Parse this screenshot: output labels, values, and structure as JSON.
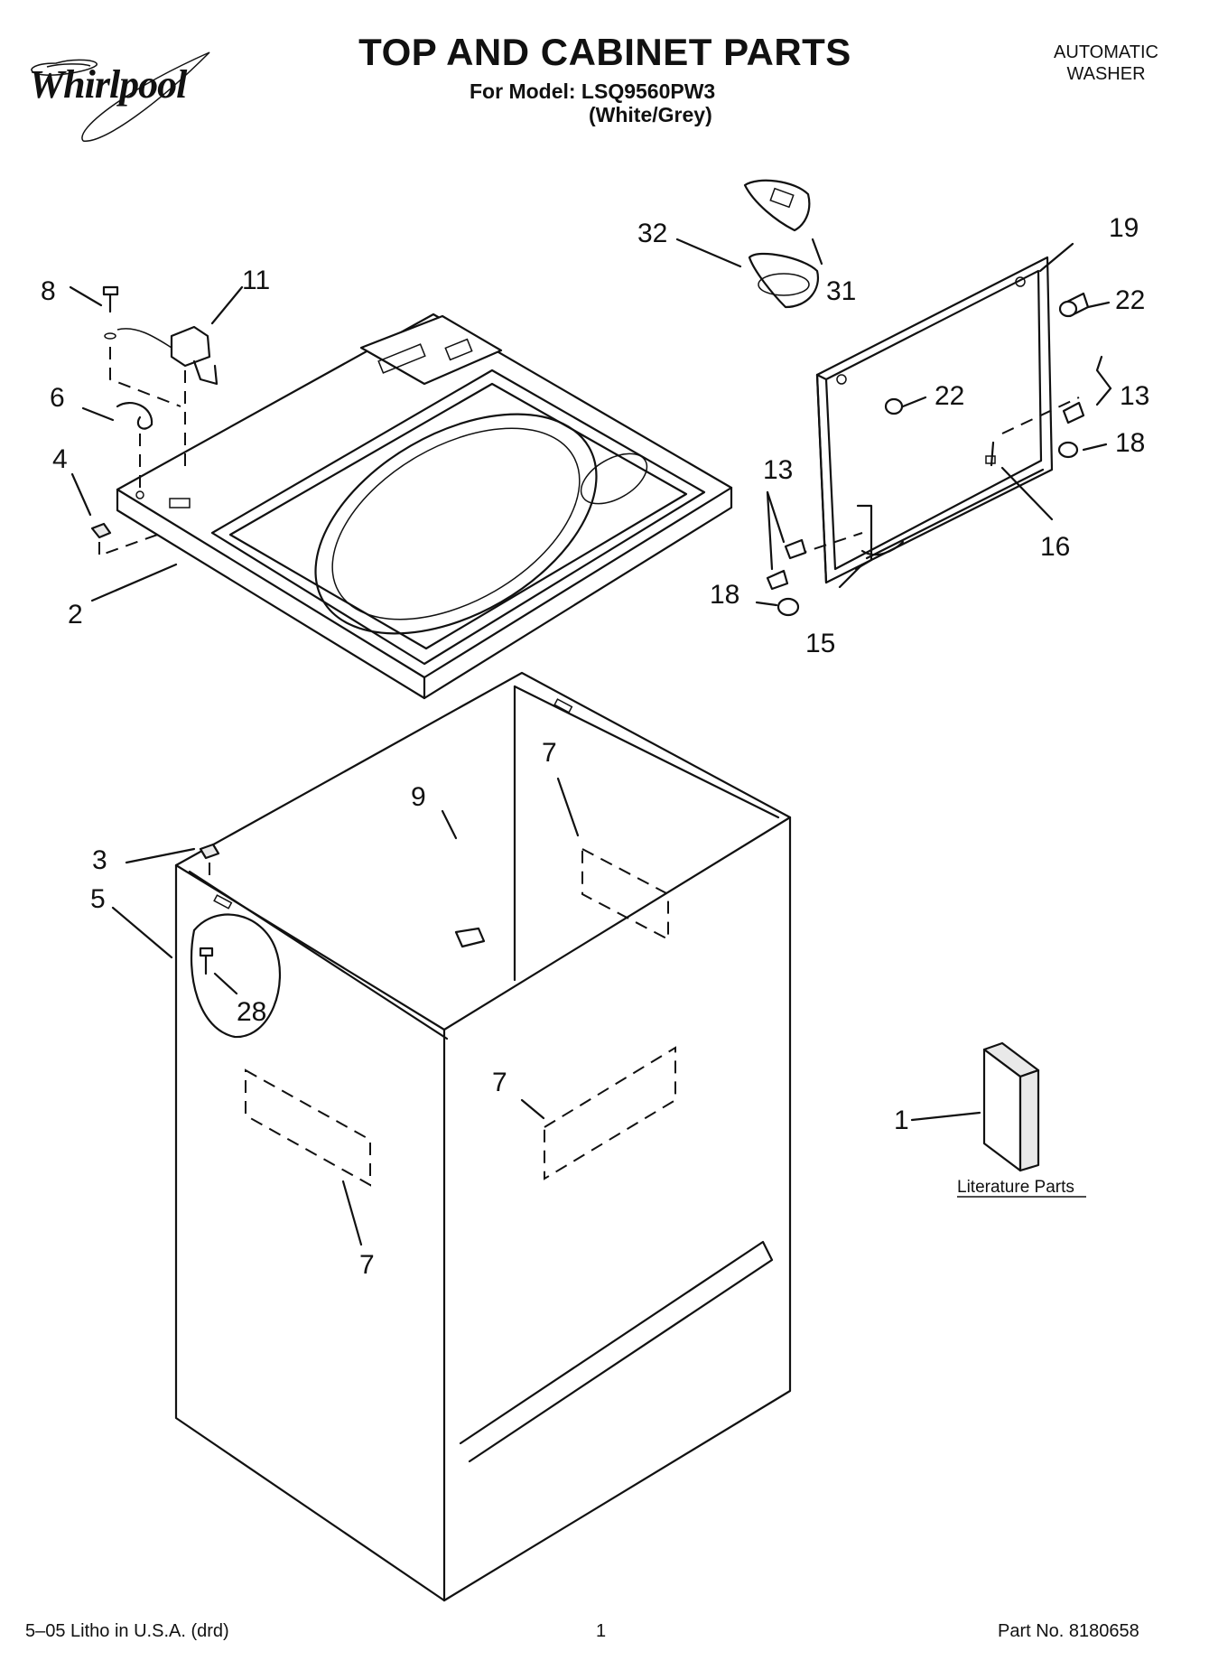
{
  "brand": {
    "name": "Whirlpool"
  },
  "header": {
    "title": "TOP AND CABINET PARTS",
    "model_line": "For Model: LSQ9560PW3",
    "color_line": "(White/Grey)",
    "product_type_line1": "AUTOMATIC",
    "product_type_line2": "WASHER"
  },
  "callouts": {
    "c1": "1",
    "c2": "2",
    "c3": "3",
    "c4": "4",
    "c5": "5",
    "c6": "6",
    "c7a": "7",
    "c7b": "7",
    "c7c": "7",
    "c8": "8",
    "c9": "9",
    "c11": "11",
    "c13a": "13",
    "c13b": "13",
    "c15": "15",
    "c16": "16",
    "c18a": "18",
    "c18b": "18",
    "c19": "19",
    "c22a": "22",
    "c22b": "22",
    "c28": "28",
    "c31": "31",
    "c32": "32"
  },
  "literature": {
    "label": "Literature Parts"
  },
  "footer": {
    "left": "5–05 Litho in U.S.A. (drd)",
    "page": "1",
    "part_no": "Part No. 8180658"
  }
}
